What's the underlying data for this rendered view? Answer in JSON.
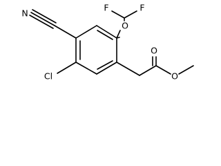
{
  "molecule": {
    "atoms": {
      "fluorine_left": "F",
      "fluorine_right": "F",
      "ether_oxygen": "O",
      "nitrile_nitrogen": "N",
      "chlorine": "Cl",
      "carbonyl_oxygen": "O",
      "ester_oxygen": "O"
    }
  }
}
